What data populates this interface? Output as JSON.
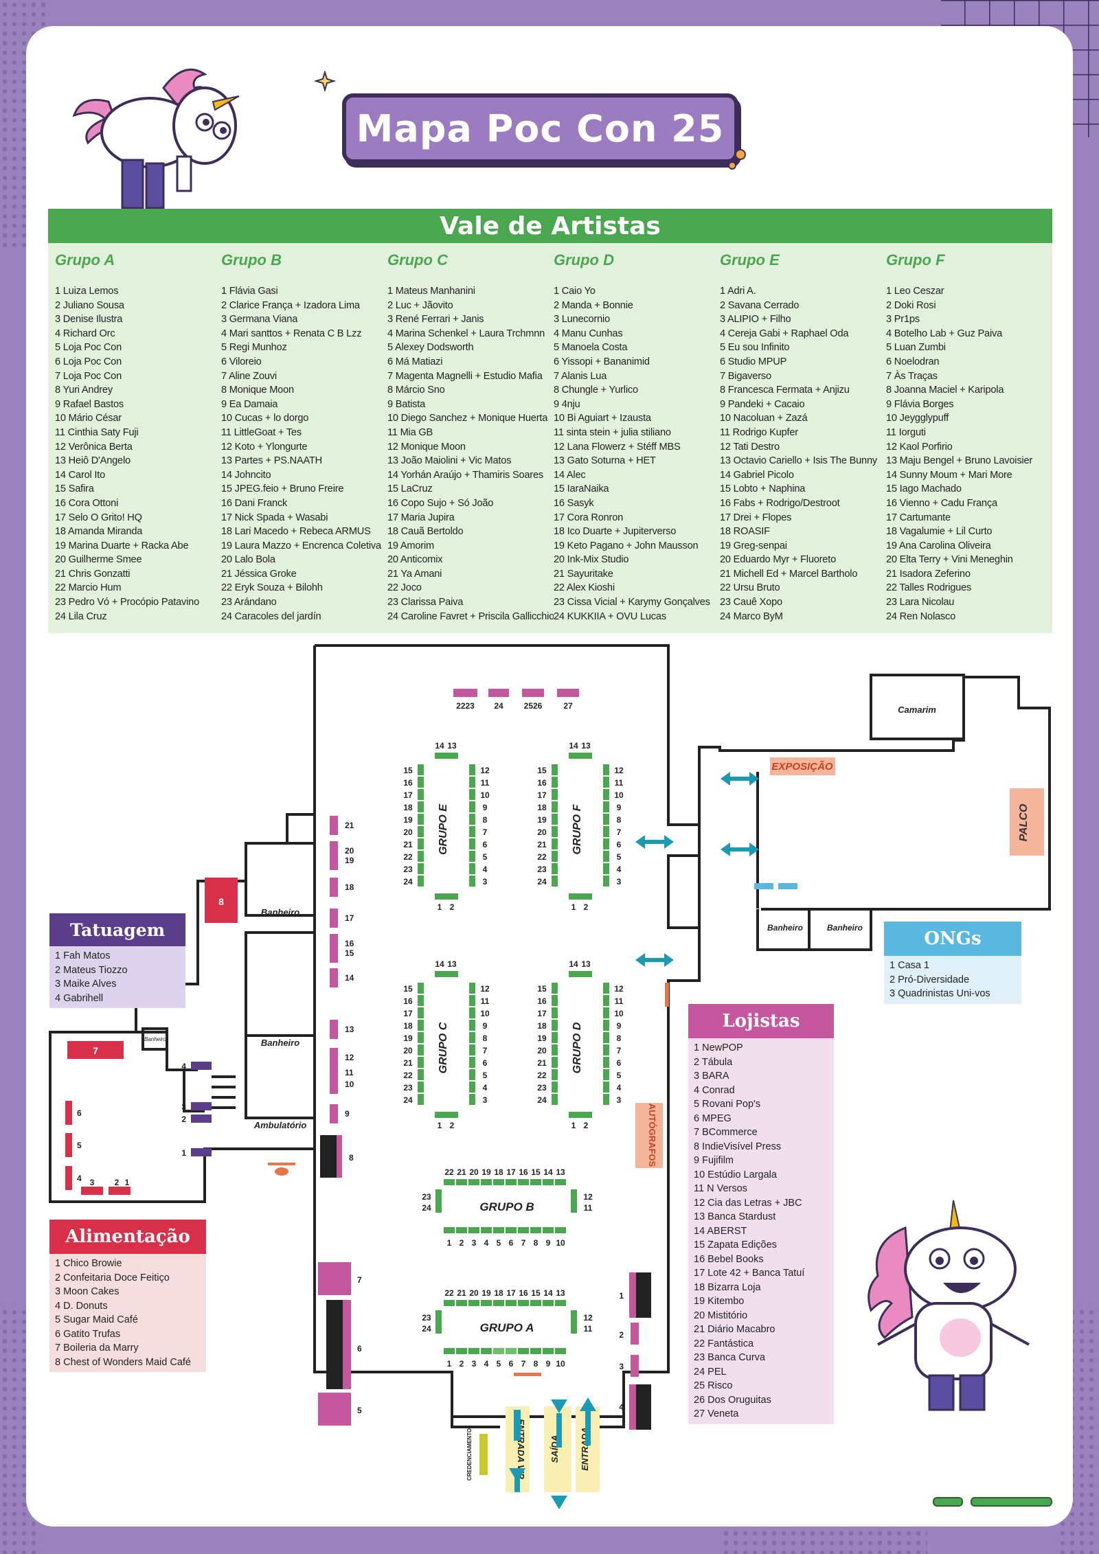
{
  "title": "Mapa Poc Con 25",
  "vale": {
    "heading": "Vale de Artistas",
    "groups": [
      {
        "name": "Grupo A",
        "items": [
          "1 Luiza Lemos",
          "2 Juliano Sousa",
          "3 Denise Ilustra",
          "4 Richard Orc",
          "5 Loja Poc Con",
          "6 Loja Poc Con",
          "7 Loja Poc Con",
          "8 Yuri Andrey",
          "9 Rafael Bastos",
          "10 Mário César",
          "11 Cinthia Saty Fuji",
          "12 Verônica Berta",
          "13 Heiô D'Angelo",
          "14 Carol Ito",
          "15 Safira",
          "16 Cora Ottoni",
          "17 Selo O Grito! HQ",
          "18 Amanda Miranda",
          "19 Marina Duarte + Racka Abe",
          "20 Guilherme Smee",
          "21 Chris Gonzatti",
          "22 Marcio Hum",
          "23 Pedro Vó + Procópio Patavino",
          "24 Lila Cruz"
        ]
      },
      {
        "name": "Grupo B",
        "items": [
          "1 Flávia Gasi",
          "2 Clarice França + Izadora Lima",
          "3 Germana Viana",
          "4 Mari santtos + Renata C B Lzz",
          "5 Regi Munhoz",
          "6 Viloreio",
          "7 Aline Zouvi",
          "8 Monique Moon",
          "9 Ea Damaia",
          "10 Cucas + lo dorgo",
          "11 LittleGoat + Tes",
          "12 Koto + Ylongurte",
          "13 Partes + PS.NAATH",
          "14 Johncito",
          "15 JPEG.feio + Bruno Freire",
          "16 Dani Franck",
          "17 Nick Spada + Wasabi",
          "18 Lari Macedo + Rebeca ARMUS",
          "19 Laura Mazzo + Encrenca Coletiva",
          "20 Lalo Bola",
          "21 Jéssica Groke",
          "22 Eryk Souza + Bilohh",
          "23 Arándano",
          "24 Caracoles del jardín"
        ]
      },
      {
        "name": "Grupo C",
        "items": [
          "1 Mateus Manhanini",
          "2 Luc + Jãovito",
          "3 René Ferrari + Janis",
          "4 Marina Schenkel + Laura Trchmnn",
          "5 Alexey Dodsworth",
          "6 Má Matiazi",
          "7 Magenta Magnelli + Estudio Mafia",
          "8 Márcio Sno",
          "9 Batista",
          "10 Diego Sanchez + Monique Huerta",
          "11 Mia GB",
          "12 Monique Moon",
          "13 João Maiolini + Vic Matos",
          "14 Yorhán Araújo + Thamiris Soares",
          "15 LaCruz",
          "16 Copo Sujo + Só João",
          "17 Maria Jupira",
          "18 Cauã Bertoldo",
          "19 Amorim",
          "20 Anticomix",
          "21 Ya Amani",
          "22 Joco",
          "23 Clarissa Paiva",
          "24 Caroline Favret + Priscila Gallicchio"
        ]
      },
      {
        "name": "Grupo D",
        "items": [
          "1 Caio Yo",
          "2 Manda + Bonnie",
          "3 Lunecornio",
          "4 Manu Cunhas",
          "5 Manoela Costa",
          "6 Yissopi + Bananimid",
          "7 Alanis Lua",
          "8 Chungle + Yurlico",
          "9 4nju",
          "10 Bi Aguiart + Izausta",
          "11 sinta stein + julia stiliano",
          "12 Lana Flowerz + Stéff MBS",
          "13 Gato Soturna + HET",
          "14 Alec",
          "15 IaraNaika",
          "16 Sasyk",
          "17 Cora Ronron",
          "18 Ico Duarte + Jupiterverso",
          "19 Keto Pagano + John Mausson",
          "20 Ink-Mix Studio",
          "21 Sayuritake",
          "22 Alex Kioshi",
          "23 Cissa Vicial + Karymy Gonçalves",
          "24 KUKKIIA + OVU Lucas"
        ]
      },
      {
        "name": "Grupo E",
        "items": [
          "1 Adri A.",
          "2 Savana Cerrado",
          "3 ALIPIO + Filho",
          "4 Cereja Gabi + Raphael Oda",
          "5 Eu sou Infinito",
          "6 Studio MPUP",
          "7 Bigaverso",
          "8 Francesca Fermata + Anjizu",
          "9 Pandeki + Cacaio",
          "10 Nacoluan + Zazá",
          "11 Rodrigo Kupfer",
          "12 Tati Destro",
          "13 Octavio Cariello + Isis The Bunny",
          "14 Gabriel Picolo",
          "15 Lobto + Naphina",
          "16 Fabs + Rodrigo/Destroot",
          "17 Drei + Flopes",
          "18 ROASIF",
          "19 Greg-senpai",
          "20 Eduardo Myr + Fluoreto",
          "21 Michell Ed + Marcel Bartholo",
          "22 Ursu Bruto",
          "23 Cauê Xopo",
          "24 Marco ByM"
        ]
      },
      {
        "name": "Grupo F",
        "items": [
          "1 Leo Ceszar",
          "2 Doki Rosi",
          "3 Pr1ps",
          "4 Botelho Lab + Guz Paiva",
          "5 Luan Zumbi",
          "6 Noelodran",
          "7 Às Traças",
          "8 Joanna Maciel + Karipola",
          "9 Flávia Borges",
          "10 Jeygglypuff",
          "11 Iorguti",
          "12 Kaol Porfirio",
          "13 Maju Bengel + Bruno Lavoisier",
          "14 Sunny Moum + Mari More",
          "15 Iago Machado",
          "16 Vienno + Cadu França",
          "17 Cartumante",
          "18 Vagalumie + Lil Curto",
          "19 Ana Carolina Oliveira",
          "20 Elta Terry + Vini Meneghin",
          "21 Isadora Zeferino",
          "22 Talles Rodrigues",
          "23 Lara Nicolau",
          "24 Ren Nolasco"
        ]
      }
    ]
  },
  "tatuagem": {
    "heading": "Tatuagem",
    "items": [
      "1 Fah Matos",
      "2 Mateus Tiozzo",
      "3 Maike Alves",
      "4 Gabrihell"
    ]
  },
  "alimentacao": {
    "heading": "Alimentação",
    "items": [
      "1 Chico Browie",
      "2 Confeitaria Doce Feitiço",
      "3 Moon Cakes",
      "4 D. Donuts",
      "5 Sugar Maid Café",
      "6 Gatito Trufas",
      "7 Boileria da Marry",
      "8 Chest of Wonders Maid Café"
    ]
  },
  "ongs": {
    "heading": "ONGs",
    "items": [
      "1 Casa 1",
      "2 Pró-Diversidade",
      "3 Quadrinistas Uni-vos"
    ]
  },
  "lojistas": {
    "heading": "Lojistas",
    "items": [
      "1 NewPOP",
      "2 Tábula",
      "3 BARA",
      "4 Conrad",
      "5 Rovani Pop's",
      "6 MPEG",
      "7 BCommerce",
      "8 IndieVisível Press",
      "9 Fujifilm",
      "10 Estúdio Largala",
      "11 N Versos",
      "12 Cia das Letras + JBC",
      "13 Banca Stardust",
      "14 ABERST",
      "15 Zapata Edições",
      "16 Bebel Books",
      "17 Lote 42 + Banca Tatuí",
      "18 Bizarra Loja",
      "19 Kitembo",
      "20 Mistitório",
      "21 Diário Macabro",
      "22 Fantástica",
      "23 Banca Curva",
      "24 PEL",
      "25 Risco",
      "26 Dos Oruguitas",
      "27 Veneta"
    ]
  },
  "map": {
    "camarim": "Camarim",
    "exposicao": "EXPOSIÇÃO",
    "palco": "PALCO",
    "banheiro": "Banheiro",
    "ambulatorio": "Ambulatório",
    "autografos": "AUTÓGRAFOS",
    "grupo_e": "GRUPO E",
    "grupo_f": "GRUPO F",
    "grupo_c": "GRUPO C",
    "grupo_d": "GRUPO D",
    "grupo_b": "GRUPO B",
    "grupo_a": "GRUPO A",
    "credenciamento": "CREDENCIAMENTO",
    "entrada_vip": "ENTRADA VIP",
    "saida": "SAÍDA",
    "entrada": "ENTRADA",
    "top_stall_labels": [
      "2223",
      "24",
      "2526",
      "27"
    ]
  },
  "colors": {
    "purple": "#9b7cc1",
    "green": "#4ba650",
    "pink": "#c4579e",
    "red": "#d9304a",
    "blue": "#5ab8e0",
    "orange": "#e8744a"
  }
}
